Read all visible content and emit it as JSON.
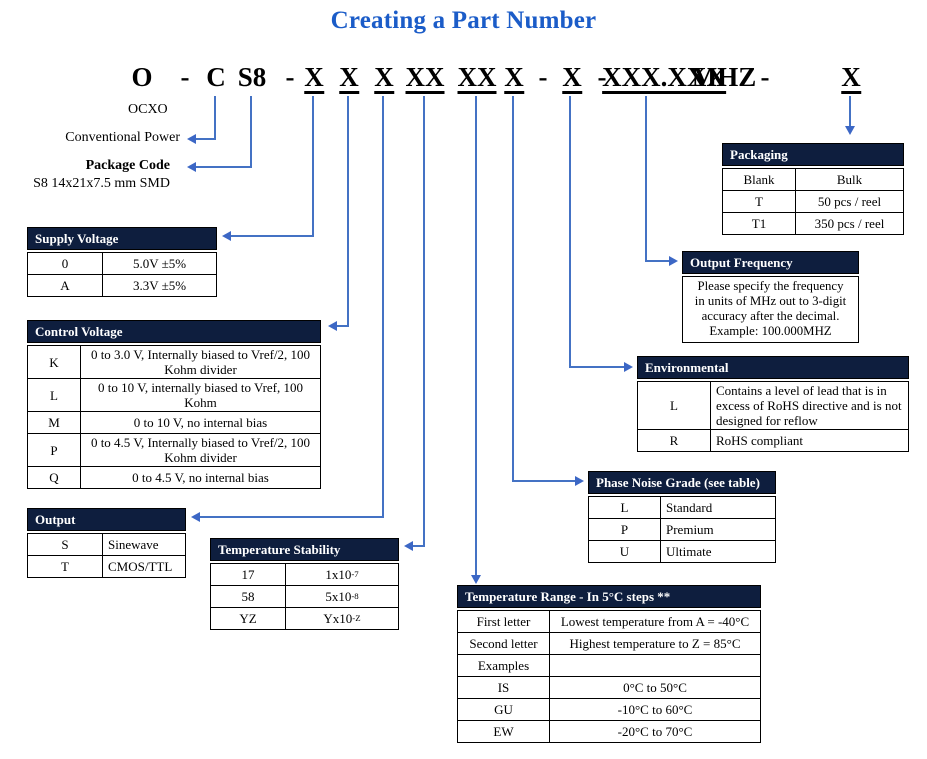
{
  "title": "Creating a Part Number",
  "part_number": {
    "tokens": [
      {
        "text": "O"
      },
      {
        "text": "-"
      },
      {
        "text": "C"
      },
      {
        "text": "S8"
      },
      {
        "text": "-"
      },
      {
        "text": "X"
      },
      {
        "text": "X"
      },
      {
        "text": "X"
      },
      {
        "text": "XX"
      },
      {
        "text": "XX"
      },
      {
        "text": "X"
      },
      {
        "text": "-"
      },
      {
        "text": "X"
      },
      {
        "text": "-"
      },
      {
        "text": "XXX.XXX"
      },
      {
        "text": "MHZ"
      },
      {
        "text": "-"
      },
      {
        "text": "X"
      }
    ]
  },
  "labels": {
    "ocxo": "OCXO",
    "conventional_power": "Conventional Power",
    "package_code": "Package Code",
    "package_desc": "S8 14x21x7.5 mm SMD"
  },
  "tables": {
    "supply_voltage": {
      "header": "Supply Voltage",
      "rows": [
        {
          "key": "0",
          "value": "5.0V ±5%"
        },
        {
          "key": "A",
          "value": "3.3V ±5%"
        }
      ]
    },
    "control_voltage": {
      "header": "Control Voltage",
      "rows": [
        {
          "key": "K",
          "value": "0 to 3.0 V, Internally biased to Vref/2, 100 Kohm divider"
        },
        {
          "key": "L",
          "value": "0 to 10 V, internally biased to Vref, 100 Kohm"
        },
        {
          "key": "M",
          "value": "0 to 10 V, no internal bias"
        },
        {
          "key": "P",
          "value": "0 to 4.5 V, Internally biased to Vref/2, 100 Kohm divider"
        },
        {
          "key": "Q",
          "value": "0 to 4.5 V, no internal bias"
        }
      ]
    },
    "output": {
      "header": "Output",
      "rows": [
        {
          "key": "S",
          "value": "Sinewave"
        },
        {
          "key": "T",
          "value": "CMOS/TTL"
        }
      ]
    },
    "temperature_stability": {
      "header": "Temperature Stability",
      "rows": [
        {
          "key": "17",
          "base": "1x10",
          "sup": "-7"
        },
        {
          "key": "58",
          "base": "5x10",
          "sup": "-8"
        },
        {
          "key": "YZ",
          "base": "Yx10",
          "sup": "-Z"
        }
      ]
    },
    "temperature_range": {
      "header": "Temperature Range - In 5°C steps **",
      "rows": [
        {
          "key": "First letter",
          "value": "Lowest temperature from A = -40°C"
        },
        {
          "key": "Second letter",
          "value": "Highest temperature to Z = 85°C"
        },
        {
          "key": "Examples",
          "value": ""
        },
        {
          "key": "IS",
          "value": "0°C to 50°C"
        },
        {
          "key": "GU",
          "value": "-10°C to 60°C"
        },
        {
          "key": "EW",
          "value": "-20°C to 70°C"
        }
      ]
    },
    "phase_noise": {
      "header": "Phase Noise Grade (see table)",
      "rows": [
        {
          "key": "L",
          "value": "Standard"
        },
        {
          "key": "P",
          "value": "Premium"
        },
        {
          "key": "U",
          "value": "Ultimate"
        }
      ]
    },
    "environmental": {
      "header": "Environmental",
      "rows": [
        {
          "key": "L",
          "value": "Contains a level of lead that is in excess of RoHS directive and is not designed for reflow"
        },
        {
          "key": "R",
          "value": "RoHS compliant"
        }
      ]
    },
    "output_frequency": {
      "header": "Output Frequency",
      "lines": [
        "Please specify the frequency",
        "in units of MHz out to 3-digit",
        "accuracy after the decimal.",
        "Example: 100.000MHZ"
      ]
    },
    "packaging": {
      "header": "Packaging",
      "rows": [
        {
          "key": "Blank",
          "value": "Bulk"
        },
        {
          "key": "T",
          "value": "50 pcs / reel"
        },
        {
          "key": "T1",
          "value": "350 pcs / reel"
        }
      ]
    }
  },
  "colors": {
    "title_blue": "#1b5cc8",
    "table_header_navy": "#0e1e3e",
    "arrow_blue": "#4472c4"
  }
}
